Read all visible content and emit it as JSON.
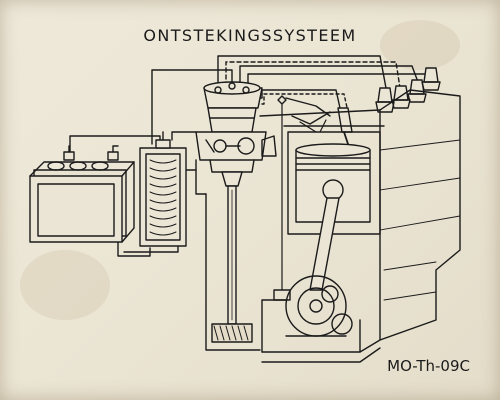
{
  "title": "ONTSTEKINGSSYSTEEM",
  "code": "MO-Th-09C",
  "colors": {
    "paper": "#ece6d6",
    "ink": "#1b1b1b"
  },
  "components": [
    {
      "name": "battery"
    },
    {
      "name": "ignition-coil"
    },
    {
      "name": "distributor"
    },
    {
      "name": "distributor-shaft"
    },
    {
      "name": "spark-plugs",
      "count": 4
    },
    {
      "name": "engine-block"
    },
    {
      "name": "piston"
    },
    {
      "name": "crankshaft"
    },
    {
      "name": "camshaft-gear"
    }
  ]
}
